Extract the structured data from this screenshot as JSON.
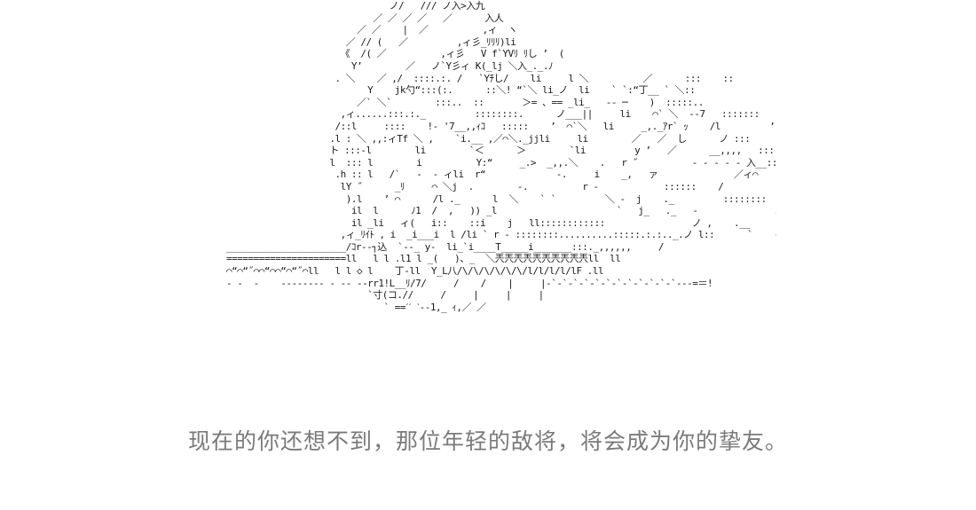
{
  "illustration": {
    "ascii_art_lines": [
      "                              ノ/   /// ノ入>入九",
      "                           ／ ／ ／ ／   ／      入人",
      "                        ／ ／    |  ／          ,ィ  ヽ",
      "                      ／ // (   ／         ,ィ彡_ﾘﾘﾘ)li",
      "                     《  /( ／          ,ィ彡   V f`YVﾘ ﾘし ’  (",
      "                       Y’        ／   ノ`Y彡ィ K(_lj ＼入_._.ﾉ",
      "                    . ＼    ／ ,/  ::::.:. /   `Yﾁし/    li     l ＼          ／      :::    ::",
      "                          Y    jk勺“:::(:.      ::＼! “`＼ li_ノ  li    ` `:“丁__ ` ＼::",
      "                        ／` ＼`        :::..  ::       ＞= 、== _li_   ‐‐ ─    )  :::::..",
      "                     ,ィ......:::.:._         ::::::::.      ノ___||     li    ⌒` ＼  ‐‐7   :::::::   - っ",
      "                    /::l     ::::    !‐ '7__,,ｨｺ   :::::    ’  ⌒`＼   li     _,._ｱr` ｯ    /l         ’   :::",
      "                   .l : ＼ ,,:ィTf ＼ ,    `i.__ ,／⌒＼._jjli     li        ／   ／  し      ノ :::",
      "                   ト :::‐l        li        `＜      ＞        `li         y ’   ／      __,,,,   ::::`::::::",
      "                   l  ::: l        i          Y:“     _.>  _,,.＼    .   r ˝          ‐ ‐ ‐ ‐ ‐ 入__::::",
      "                    .h :: l   /`   ‐  ‐ ィli  r“             ‐.     i    _,   ァ              ／ィ⌒",
      "                     lY ˝      _ﾘ     ⌒ ＼j  .        ‐.          r ‐            ::::::    /",
      "                      ).l    ’ ⌒      /l ._      l  ＼    ` `         ＼ ‐  j    ._         ::::::::       /",
      "                       il  l      ﾉ1  /  ,   )) _l                      `   j_   ._   ‐              .::::/",
      "                       il _li   ィ(   i::    ::i    j   ll::::::::::::                ノ ,    .__           ..::::::::／",
      "                     ,ィ_ﾘｲﾄ , i  _i___i  l /li ` r ‐ ::::::::..........:::::.:.:.._.ノ l::      `    ‐ r `ﾞ",
      "______________________/ｺr‐‐┐込  `‐‐_ y‐  li_`i____T_____i_______:::._,,,,,,     /                       |",
      "======================ll   l l .l1 l _(   )、_  ＼兲兲兲兲兲兲兲兲兲兲ll  ll",
      "⌒“⌒“˝⌒⌒“⌒⌒“⌒“˝⌒ll   l l ◇ l    丁‐ll  Y_L八/\\/\\/\\/\\/\\/\\/l/l/l/l/lF .ll",
      "‐ ‐  ‐    ‐‐‐‐‐‐‐‐ ‐ ‐‐ ‐‐rr1!L__ﾘ/7/     /    /    |     |‐`‐`‐`‐`‐`‐`‐`‐`‐`‐`‐`‐`‐‐‐=＝!",
      "                          `寸(コ.//     /     |     |     |",
      "                             ` ==ˊˊ ˋ‐‐1,_ ｨ,／ ／"
    ]
  },
  "caption": {
    "text": "现在的你还想不到，那位年轻的敌将，将会成为你的挚友。"
  },
  "colors": {
    "art": "#1a1a1a",
    "caption": "#7a7a7a",
    "background": "#ffffff"
  }
}
